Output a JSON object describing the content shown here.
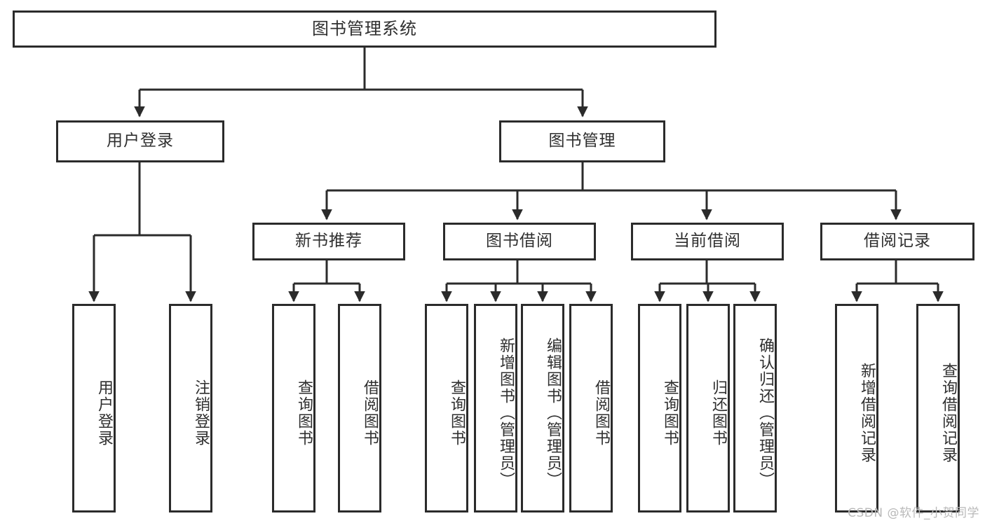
{
  "diagram": {
    "title": "图书管理系统",
    "type": "tree-hierarchy",
    "watermark": "CSDN @软件_小贺同学",
    "colors": {
      "stroke": "#2b2b2b",
      "fill": "#ffffff",
      "text": "#2f2f2f",
      "watermark": "#b9b9b9"
    }
  },
  "nodes": {
    "root": {
      "label": "图书管理系统"
    },
    "level1": [
      {
        "label": "用户登录"
      },
      {
        "label": "图书管理"
      }
    ],
    "level2": [
      {
        "label": "新书推荐"
      },
      {
        "label": "图书借阅"
      },
      {
        "label": "当前借阅"
      },
      {
        "label": "借阅记录"
      }
    ],
    "leaves": {
      "user_login": [
        {
          "label": "用户登录"
        },
        {
          "label": "注销登录"
        }
      ],
      "new_book": [
        {
          "label": "查询图书"
        },
        {
          "label": "借阅图书"
        }
      ],
      "book_borrow": [
        {
          "label": "查询图书"
        },
        {
          "label": "新增图书（管理员）"
        },
        {
          "label": "编辑图书（管理员）"
        },
        {
          "label": "借阅图书"
        }
      ],
      "current_borrow": [
        {
          "label": "查询图书"
        },
        {
          "label": "归还图书"
        },
        {
          "label": "确认归还（管理员）"
        }
      ],
      "borrow_record": [
        {
          "label": "新增借阅记录"
        },
        {
          "label": "查询借阅记录"
        }
      ]
    }
  }
}
